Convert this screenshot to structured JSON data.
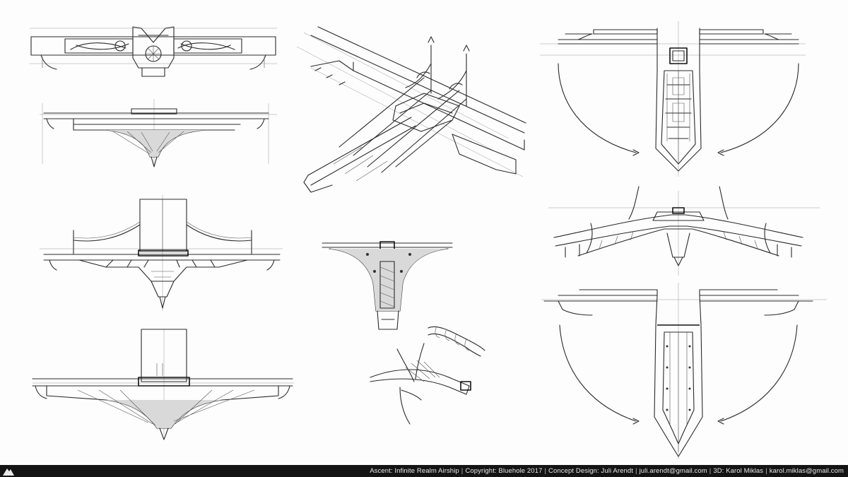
{
  "footer": {
    "project": "Ascent: Infinite Realm Airship",
    "copyright": "Copyright: Bluehole 2017",
    "concept": "Concept Design: Juli Arendt",
    "concept_email": "juli.arendt@gmail.com",
    "modeler": "3D: Karol Miklas",
    "modeler_email": "karol.miklas@gmail.com",
    "separator": "|",
    "logo_icon": "mountain-logo-icon"
  },
  "colors": {
    "paper": "#fdfdfd",
    "ink": "#2a2a2a",
    "footer_bg": "#141414",
    "footer_text": "#e8e8e8"
  }
}
